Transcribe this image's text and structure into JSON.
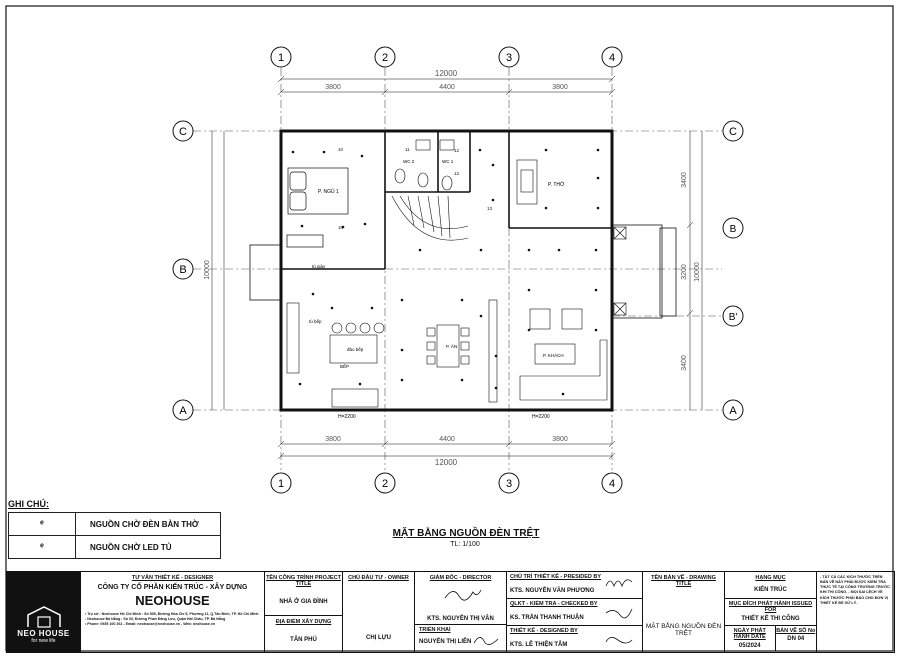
{
  "grid": {
    "numbers": [
      "1",
      "2",
      "3",
      "4"
    ],
    "letters": [
      "C",
      "B",
      "B'",
      "A"
    ]
  },
  "dimensions": {
    "top_total": "12000",
    "top_segments": [
      "3800",
      "4400",
      "3800"
    ],
    "bottom_total": "12000",
    "bottom_segments": [
      "3800",
      "4400",
      "3800"
    ],
    "right_segments": [
      "3400",
      "3200",
      "3400"
    ],
    "right_total": "10000",
    "left_total": "10000"
  },
  "rooms": {
    "bedroom1": "P. NGỦ 1",
    "wc2": "WC 2",
    "wc1": "WC 1",
    "worship": "P. THỜ",
    "kitchen": "BẾP",
    "dining": "P. ĂN",
    "living": "P. KHÁCH",
    "island": "đảo bếp",
    "bench": "tủ bếp",
    "corridor": "tủ giày"
  },
  "annotations": {
    "kitchen_height": "H=2200",
    "living_height": "H=2200"
  },
  "notes": {
    "title": "GHI CHÚ:",
    "items": [
      {
        "symbol": "ᵉ",
        "label": "NGUỒN CHỜ ĐÈN BÀN THỜ"
      },
      {
        "symbol": "ᵉ",
        "label": "NGUỒN CHỜ LED TỦ"
      }
    ]
  },
  "plan": {
    "title": "MẶT BẰNG NGUỒN ĐÈN TRỆT",
    "scale": "TL: 1/100"
  },
  "titleblock": {
    "logo_brand": "NEO HOUSE",
    "logo_slogan": "for new life",
    "designer_label": "TƯ VẤN THIẾT KẾ - DESIGNER",
    "company": "CÔNG TY CỔ PHẦN KIẾN TRÚC - XÂY DỰNG",
    "company_brand": "NEOHOUSE",
    "address_1": "• Trụ sở : Neohouse Hồ Chí Minh : Số 505, Đường Hòa Chí 5, Phường 11, Q.Tân Bình, TP. Hồ Chí Minh",
    "address_2": "- Neohouse Đà Nẵng : Số 03, Đường Phan Đăng Lưu, Quận Hải Châu, TP. Đà Nẵng",
    "address_3": "• Phone: 0935 100 262 - Email: neohouse@neohouse.vn - Web: neohouse.vn",
    "project_label": "TÊN CÔNG TRÌNH PROJECT TITLE",
    "project_value": "NHÀ Ở GIA ĐÌNH",
    "location_label": "ĐỊA ĐIỂM XÂY DỰNG",
    "location_value": "TÂN PHÚ",
    "owner_label": "CHỦ ĐẦU TƯ - OWNER",
    "owner_value": "CHỊ LỰU",
    "director_label": "GIÁM ĐỐC - DIRECTOR",
    "director_value": "KTS. NGUYỄN THỊ VÂN",
    "manager_label": "TRIỂN KHAI",
    "manager_value": "NGUYỄN THỊ LIÊN",
    "presided_label": "CHỦ TRÌ THIẾT KẾ - PRESIDED BY",
    "presided_value": "KTS. NGUYỄN VĂN PHƯƠNG",
    "checked_label": "QLKT - KIỂM TRA - CHECKED BY",
    "checked_value": "KS. TRẦN THANH THUẬN",
    "designed_label": "THIẾT KẾ - DESIGNED BY",
    "designed_value": "KTS. LÊ THIỆN TÂM",
    "drawing_title_label": "TÊN BẢN VẼ - DRAWING TITLE",
    "drawing_title_value": "MẶT BẰNG NGUỒN ĐÈN TRỆT",
    "category_label": "HẠNG MỤC",
    "category_value": "KIẾN TRÚC",
    "issued_label": "MỤC ĐÍCH PHÁT HÀNH ISSUED FOR",
    "issued_value": "THIẾT KẾ THI CÔNG",
    "date_label": "NGÀY PHÁT HÀNH DATE",
    "date_value": "05/2024",
    "sheet_label": "BẢN VẼ SỐ No",
    "sheet_value": "DN 04",
    "remarks": "- TẤT CẢ CÁC KÍCH THƯỚC TRÊN BẢN VẼ NÀY PHẢI ĐƯỢC KIỂM TRA THỰC TẾ TẠI CÔNG TRƯỜNG TRƯỚC KHI THI CÔNG. - MỌI SAI LỆCH VỀ KÍCH THƯỚC PHẢI BÁO CHO ĐƠN VỊ THIẾT KẾ ĐỂ XỬ LÝ."
  }
}
